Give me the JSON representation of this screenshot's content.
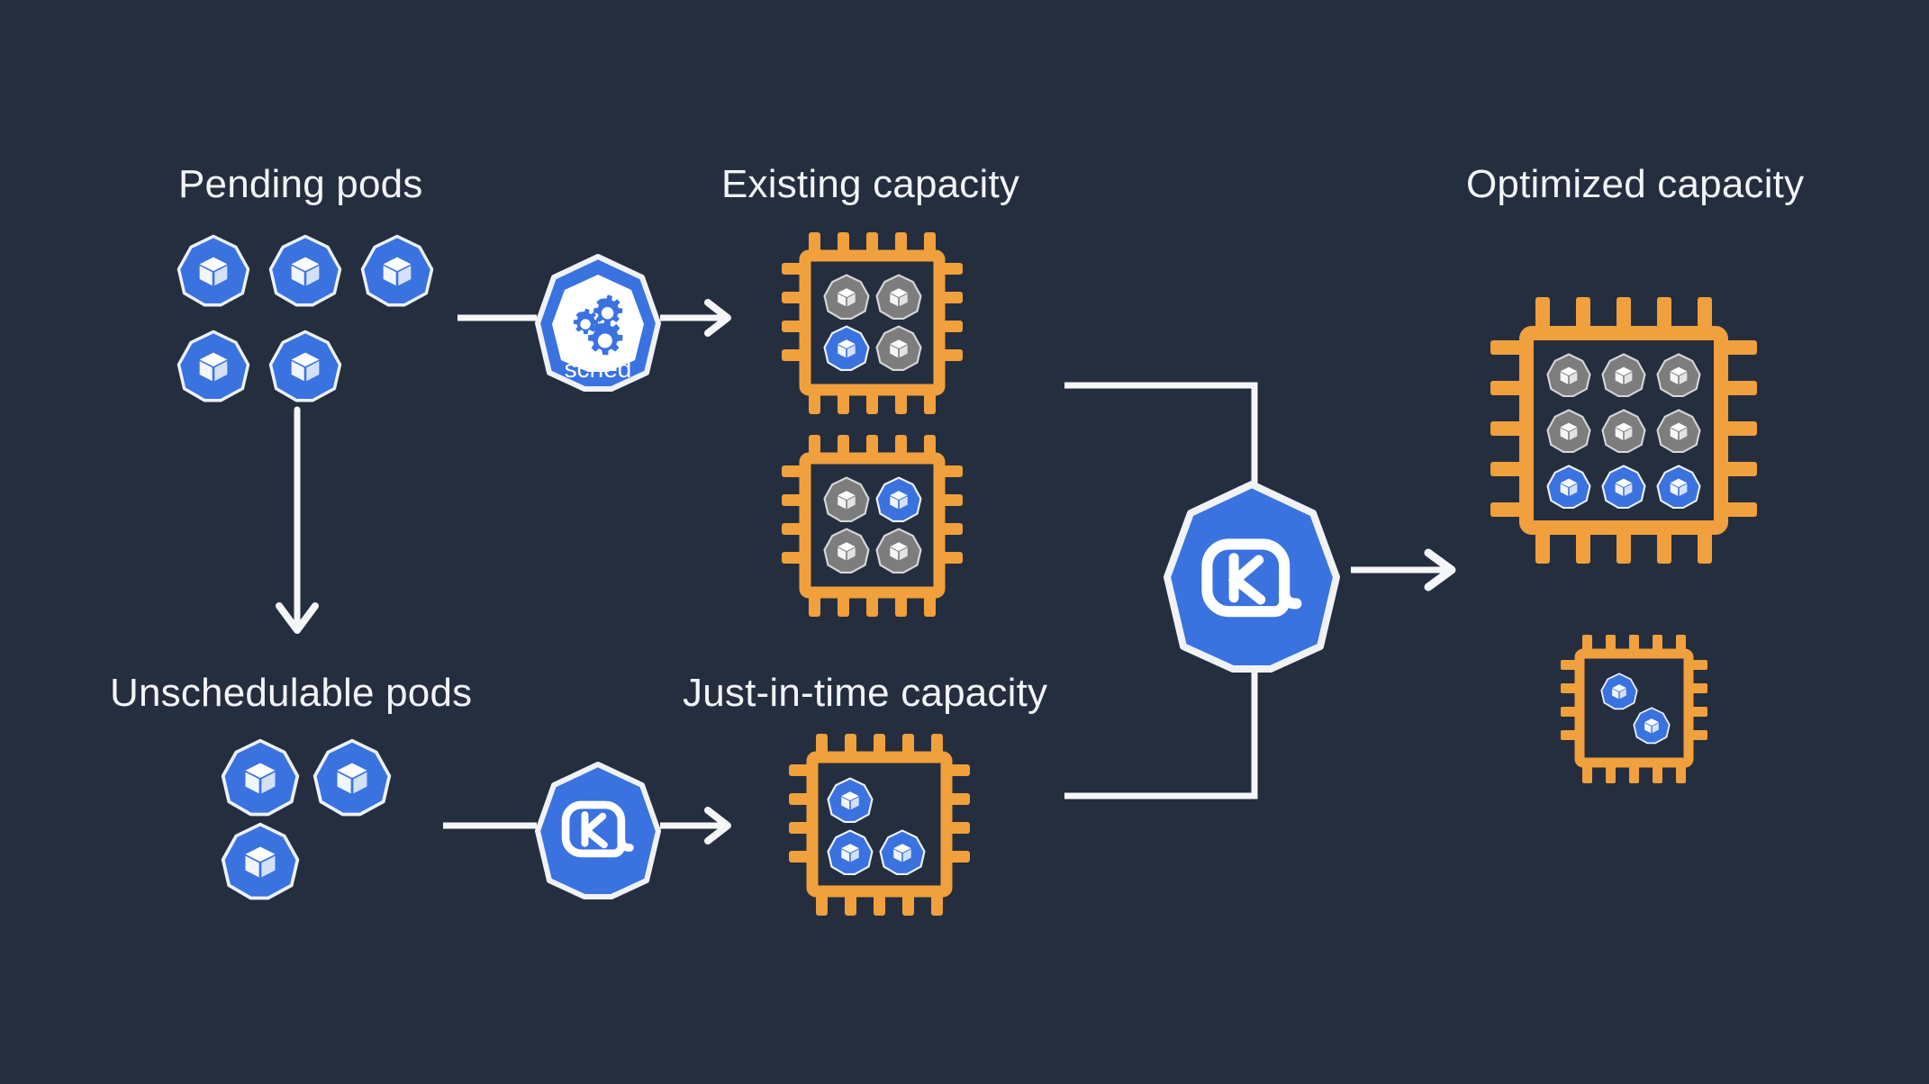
{
  "diagram": {
    "title_semantics": "kubernetes-karpenter-capacity-optimization-flow",
    "background_color": "#252e3e",
    "colors": {
      "background": "#252e3e",
      "pod_blue": "#3a72e0",
      "pod_blue_stroke": "#eef1f6",
      "pod_gray": "#7d7d7d",
      "pod_gray_stroke": "#d5d7da",
      "chip_orange": "#f0a03c",
      "line_white": "#f5f6f8",
      "label_text": "#f2f4f7",
      "cube_white": "#ffffff"
    },
    "sections": {
      "pending_pods": {
        "label": "Pending pods",
        "pod_count": 5,
        "row_counts": [
          3,
          2
        ],
        "pod_state": "blue"
      },
      "unschedulable_pods": {
        "label": "Unschedulable pods",
        "pod_count": 3,
        "row_counts": [
          2,
          1
        ],
        "pod_state": "blue"
      },
      "existing_capacity": {
        "label": "Existing capacity",
        "chips": [
          {
            "name": "existing-chip-top",
            "grid": [
              2,
              2
            ],
            "pods": [
              "gray",
              "gray",
              "blue",
              "gray"
            ]
          },
          {
            "name": "existing-chip-bottom",
            "grid": [
              2,
              2
            ],
            "pods": [
              "gray",
              "blue",
              "gray",
              "gray"
            ]
          }
        ]
      },
      "jit_capacity": {
        "label": "Just-in-time capacity",
        "chips": [
          {
            "name": "jit-chip",
            "grid": [
              2,
              2
            ],
            "pods": [
              "blue",
              "blue",
              "blue"
            ]
          }
        ]
      },
      "optimized_capacity": {
        "label": "Optimized capacity",
        "chips": [
          {
            "name": "optimized-chip-large",
            "grid": [
              3,
              3
            ],
            "pods": [
              "gray",
              "gray",
              "gray",
              "gray",
              "gray",
              "gray",
              "blue",
              "blue",
              "blue"
            ]
          },
          {
            "name": "optimized-chip-small",
            "grid": [
              2,
              2
            ],
            "pods": [
              "blue",
              "blue"
            ]
          }
        ]
      }
    },
    "nodes": {
      "scheduler": {
        "icon": "kubernetes-heptagon-gears-icon",
        "caption": "sched",
        "shape": "heptagon",
        "fill": "#3a72e0"
      },
      "karpenter_jit": {
        "icon": "karpenter-k-icon",
        "caption": "",
        "shape": "heptagon",
        "fill": "#3a72e0"
      },
      "karpenter_consolidate": {
        "icon": "karpenter-k-icon",
        "caption": "",
        "shape": "heptagon",
        "fill": "#3a72e0"
      }
    },
    "connectors": [
      {
        "name": "pending-to-scheduler-arrow",
        "direction": "right"
      },
      {
        "name": "scheduler-to-existing-arrow",
        "direction": "right"
      },
      {
        "name": "pending-to-unschedulable-arrow",
        "direction": "down"
      },
      {
        "name": "unschedulable-to-karpenter-arrow",
        "direction": "right"
      },
      {
        "name": "karpenter-to-jit-arrow",
        "direction": "right"
      },
      {
        "name": "existing-to-consolidator-line",
        "direction": "right-down"
      },
      {
        "name": "jit-to-consolidator-line",
        "direction": "right-up"
      },
      {
        "name": "consolidator-to-optimized-arrow",
        "direction": "right"
      }
    ]
  }
}
